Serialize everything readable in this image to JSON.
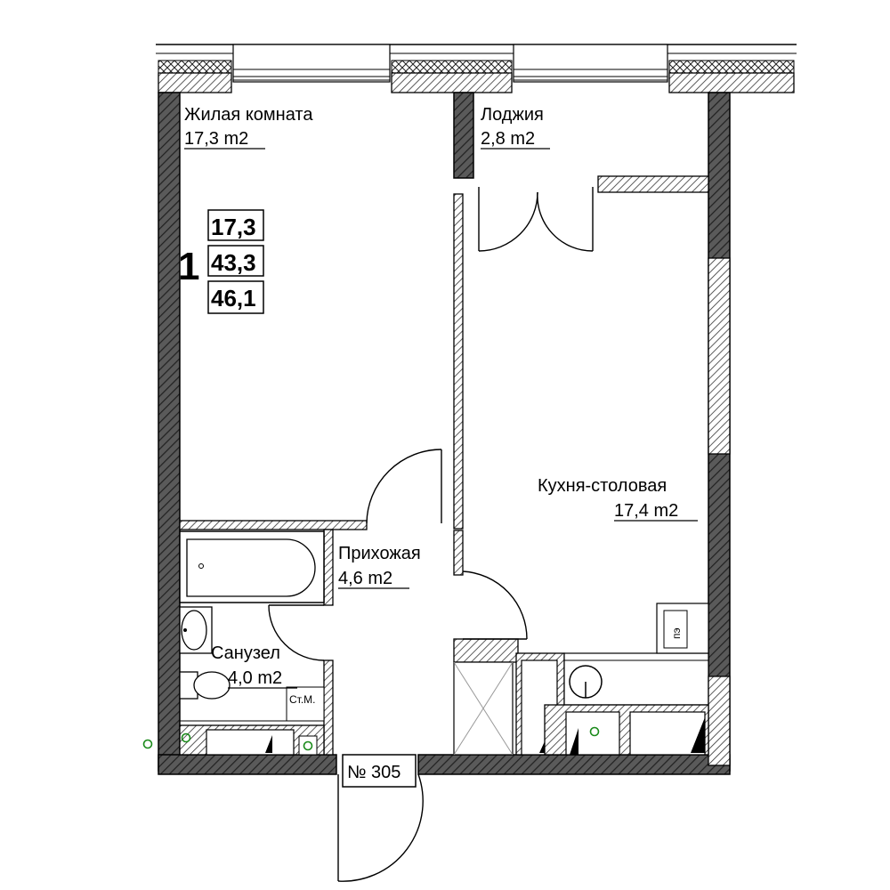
{
  "apartment": {
    "type_number": "1",
    "areas": [
      "17,3",
      "43,3",
      "46,1"
    ],
    "number_label": "№ 305"
  },
  "rooms": {
    "living": {
      "name": "Жилая комната",
      "area": "17,3 m2"
    },
    "loggia": {
      "name": "Лоджия",
      "area": "2,8 m2"
    },
    "kitchen": {
      "name": "Кухня-столовая",
      "area": "17,4 m2"
    },
    "hall": {
      "name": "Прихожая",
      "area": "4,6 m2"
    },
    "bathroom": {
      "name": "Санузел",
      "area": "4,0 m2"
    }
  },
  "fixtures": {
    "riser_label": "Ст.М.",
    "stove_label": "пэ"
  },
  "colors": {
    "wall_fill": "#555555",
    "line": "#000000",
    "marker": "#1a8a1a",
    "background": "#ffffff"
  }
}
